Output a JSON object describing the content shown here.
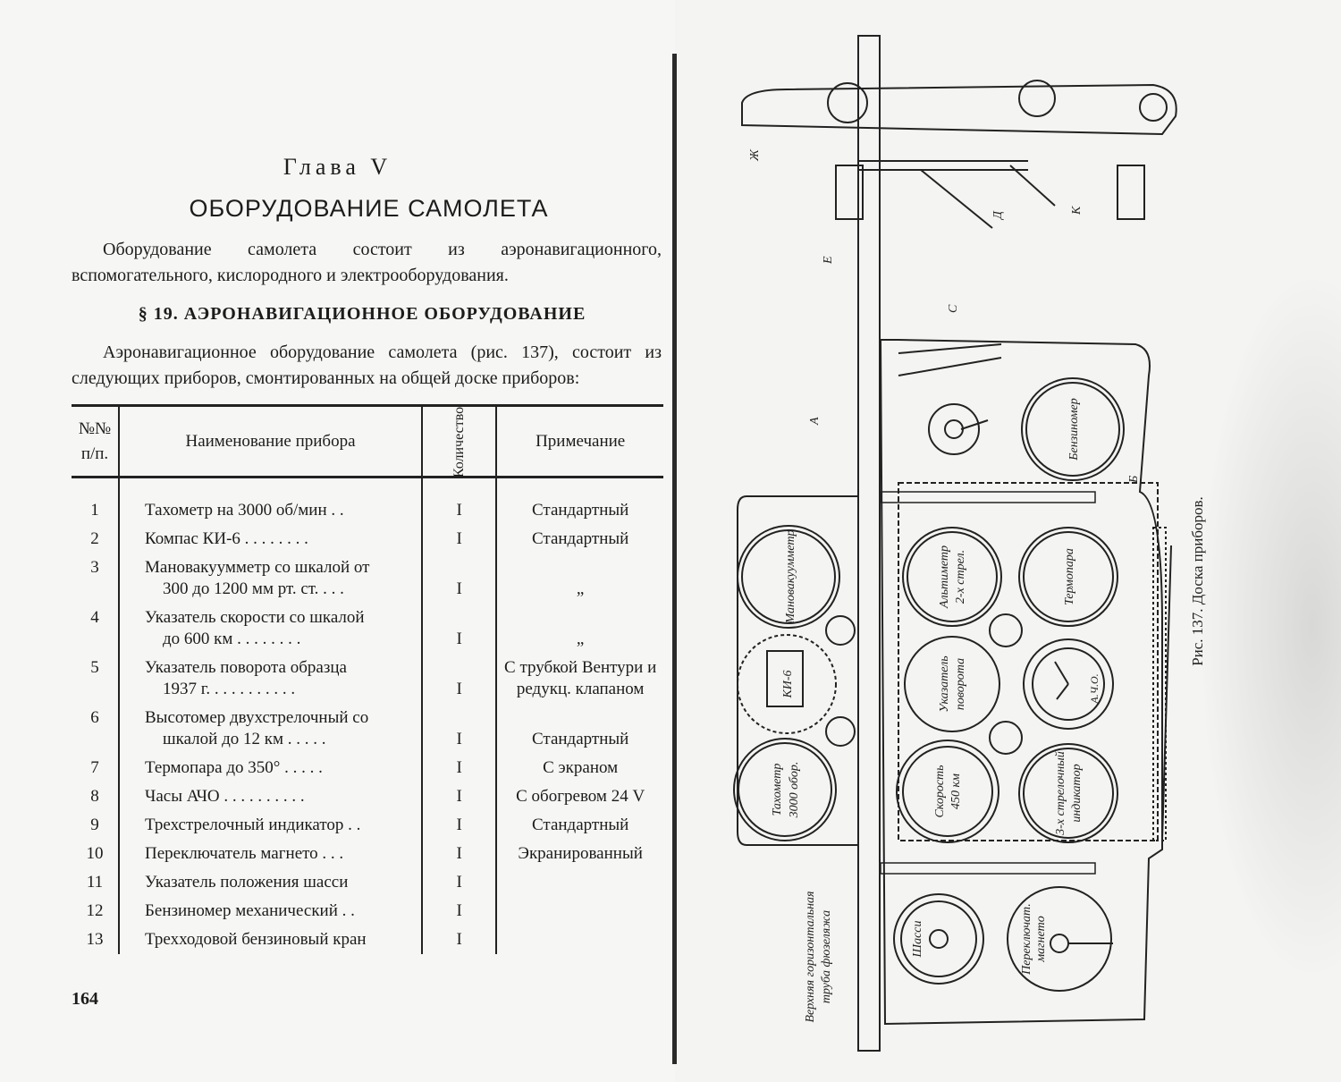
{
  "left_page": {
    "chapter": "Глава V",
    "title": "ОБОРУДОВАНИЕ САМОЛЕТА",
    "intro": "Оборудование самолета состоит из аэронавигационного, вспомогательного, кислородного и электрооборудования.",
    "section": "§ 19. АЭРОНАВИГАЦИОННОЕ ОБОРУДОВАНИЕ",
    "section_text": "Аэронавигационное оборудование самолета (рис. 137), состоит из следующих приборов, смонтированных на общей доске приборов:",
    "table": {
      "headers": {
        "num": "№№ п/п.",
        "name": "Наименование прибора",
        "qty": "Количество",
        "note": "Примечание"
      },
      "rows": [
        {
          "num": "1",
          "name": "Тахометр на 3000 об/мин . .",
          "name2": "",
          "qty": "I",
          "note": "Стандартный"
        },
        {
          "num": "2",
          "name": "Компас КИ-6 . . . . . . . .",
          "name2": "",
          "qty": "I",
          "note": "Стандартный"
        },
        {
          "num": "3",
          "name": "Мановакуумметр со шкалой от",
          "name2": "300 до 1200 мм рт. ст. . . .",
          "qty": "I",
          "note": "„"
        },
        {
          "num": "4",
          "name": "Указатель скорости со шкалой",
          "name2": "до 600 км . . . . . . . .",
          "qty": "I",
          "note": "„"
        },
        {
          "num": "5",
          "name": "Указатель поворота образца",
          "name2": "1937 г. . . . . . . . . . .",
          "qty": "I",
          "note": "С трубкой Вентури и редукц. клапаном"
        },
        {
          "num": "6",
          "name": "Высотомер двухстрелочный со",
          "name2": "шкалой до 12 км . . . . .",
          "qty": "I",
          "note": "Стандартный"
        },
        {
          "num": "7",
          "name": "Термопара до 350° . . . . .",
          "name2": "",
          "qty": "I",
          "note": "С экраном"
        },
        {
          "num": "8",
          "name": "Часы АЧО . . . . . . . . . .",
          "name2": "",
          "qty": "I",
          "note": "С обогревом 24 V"
        },
        {
          "num": "9",
          "name": "Трехстрелочный индикатор . .",
          "name2": "",
          "qty": "I",
          "note": "Стандартный"
        },
        {
          "num": "10",
          "name": "Переключатель магнето . . .",
          "name2": "",
          "qty": "I",
          "note": "Экранированный"
        },
        {
          "num": "11",
          "name": "Указатель положения шасси",
          "name2": "",
          "qty": "I",
          "note": ""
        },
        {
          "num": "12",
          "name": "Бензиномер механический . .",
          "name2": "",
          "qty": "I",
          "note": ""
        },
        {
          "num": "13",
          "name": "Трехходовой бензиновый кран",
          "name2": "",
          "qty": "I",
          "note": ""
        }
      ]
    },
    "page_number": "164"
  },
  "figure": {
    "caption": "Рис. 137. Доска приборов.",
    "gauges": {
      "manovac": "Мановакуумметр",
      "compass": "КИ-6",
      "tacho1": "Тахометр",
      "tacho2": "3000 обор.",
      "alt1": "Альтиметр",
      "alt2": "2-х стрел.",
      "turn1": "Указатель",
      "turn2": "поворота",
      "speed1": "Скорость",
      "speed2": "450 км",
      "fuel": "Бензиномер",
      "thermo": "Термопара",
      "clock": "А.Ч.О.",
      "ind1": "3-х стрелочный",
      "ind2": "индикатор",
      "gear": "Шасси",
      "mag1": "Переключат.",
      "mag2": "магнето"
    },
    "letters": {
      "a": "А",
      "b": "Б",
      "c": "С",
      "d": "Д",
      "k": "К",
      "e": "Е",
      "zh": "Ж"
    },
    "tube_label1": "Верхняя горизонтальная",
    "tube_label2": "труба фюзеляжа"
  }
}
